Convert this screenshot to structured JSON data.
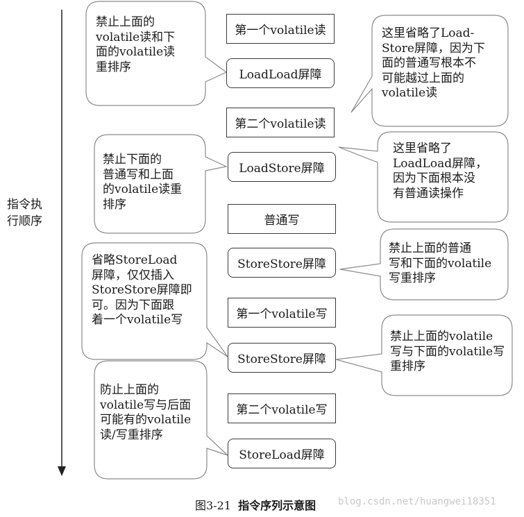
{
  "timeline_label": "指令执\n行顺序",
  "steps": {
    "s1": "第一个volatile读",
    "s2": "LoadLoad屏障",
    "s3": "第二个volatile读",
    "s4": "LoadStore屏障",
    "s5": "普通写",
    "s6": "StoreStore屏障",
    "s7": "第一个volatile写",
    "s8": "StoreStore屏障",
    "s9": "第二个volatile写",
    "s10": "StoreLoad屏障"
  },
  "callouts": {
    "c1": "禁止上面的\nvolatile读和下\n面的volatile读\n重排序",
    "c2": "这里省略了Load-\nStore屏障，因为下\n面的普通写根本不\n可能越过上面的\nvolatile读",
    "c3": "禁止下面的\n普通写和上面\n的volatile读重\n排序",
    "c4": "这里省略了\nLoadLoad屏障，\n因为下面根本没\n有普通读操作",
    "c5": "禁止上面的普通\n写和下面的volatile\n写重排序",
    "c6": "省略StoreLoad\n屏障，仅仅插入\nStoreStore屏障即\n可。因为下面跟\n着一个volatile写",
    "c7": "禁止上面的volatile\n写与下面的volatile写\n重排序",
    "c8": "防止上面的\nvolatile写与后面\n可能有的volatile\n读/写重排序"
  },
  "caption": {
    "number": "图3-21",
    "title": "指令序列示意图"
  },
  "watermark": "blog.csdn.net/huangwei18351"
}
